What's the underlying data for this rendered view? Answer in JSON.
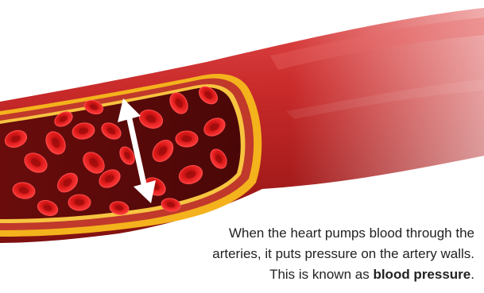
{
  "caption": {
    "line1": "When the heart pumps blood through the",
    "line2": "arteries, it puts pressure on the artery walls.",
    "line3_prefix": "This is known as ",
    "line3_bold": "blood pressure",
    "line3_suffix": "."
  },
  "colors": {
    "artery_light": "#d63a3a",
    "artery_dark": "#8e1616",
    "lumen_dark": "#5a0a0a",
    "wall_yellow": "#f4b21c",
    "cell": "#e01c1c",
    "cell_center": "#a30d0d",
    "arrow": "#ffffff"
  },
  "icons": {
    "pressure_arrow": "double-headed-arrow-icon"
  }
}
